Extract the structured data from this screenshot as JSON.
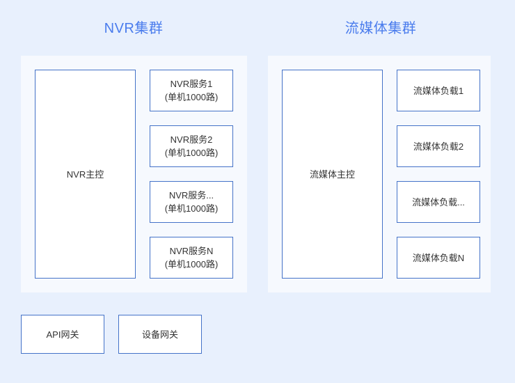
{
  "theme": {
    "page_background": "#e8f0fd",
    "panel_background": "#f6f9fe",
    "box_background": "#ffffff",
    "box_border": "#4472c8",
    "title_color": "#4a7ced",
    "text_color": "#333333"
  },
  "clusters": [
    {
      "id": "nvr",
      "title": "NVR集群",
      "master": {
        "label": "NVR主控"
      },
      "nodes": [
        {
          "line1": "NVR服务1",
          "line2": "(单机1000路)"
        },
        {
          "line1": "NVR服务2",
          "line2": "(单机1000路)"
        },
        {
          "line1": "NVR服务...",
          "line2": "(单机1000路)"
        },
        {
          "line1": "NVR服务N",
          "line2": "(单机1000路)"
        }
      ]
    },
    {
      "id": "media",
      "title": "流媒体集群",
      "master": {
        "label": "流媒体主控"
      },
      "nodes": [
        {
          "line1": "流媒体负载1",
          "line2": ""
        },
        {
          "line1": "流媒体负载2",
          "line2": ""
        },
        {
          "line1": "流媒体负载...",
          "line2": ""
        },
        {
          "line1": "流媒体负载N",
          "line2": ""
        }
      ]
    }
  ],
  "gateways": [
    {
      "id": "api",
      "label": "API网关"
    },
    {
      "id": "device",
      "label": "设备网关"
    }
  ]
}
